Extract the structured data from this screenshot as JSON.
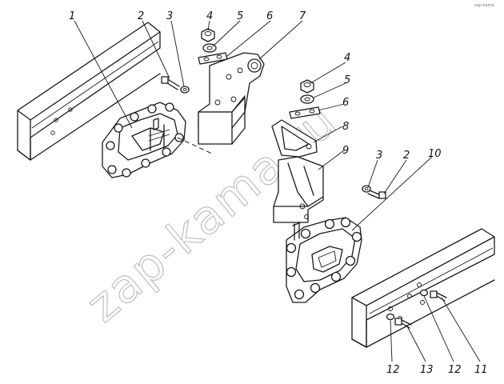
{
  "diagram": {
    "watermark": "zap-kama.ru",
    "corner_mark": "zap-kama",
    "callouts": [
      "1",
      "2",
      "3",
      "4",
      "5",
      "6",
      "7",
      "4",
      "5",
      "6",
      "8",
      "9",
      "3",
      "2",
      "10",
      "12",
      "13",
      "12",
      "11"
    ]
  }
}
